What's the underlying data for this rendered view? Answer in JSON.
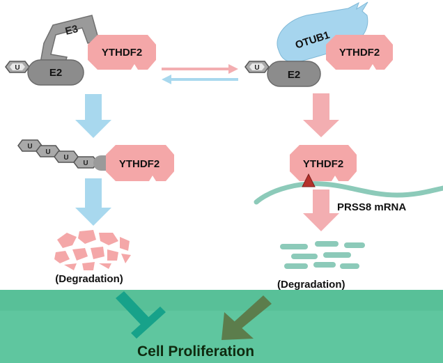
{
  "labels": {
    "e3": "E3",
    "e2_left": "E2",
    "e2_right": "E2",
    "otub1": "OTUB1",
    "ythdf2_top_left": "YTHDF2",
    "ythdf2_top_right": "YTHDF2",
    "ythdf2_mid_left": "YTHDF2",
    "ythdf2_mid_right": "YTHDF2",
    "u": "U",
    "prss8_mrna": "PRSS8 mRNA",
    "degradation_left": "(Degradation)",
    "degradation_right": "(Degradation)",
    "cell_proliferation": "Cell Proliferation"
  },
  "colors": {
    "protein_pink": "#f4a7a8",
    "e2_gray": "#8c8c8c",
    "ub_gray": "#a9a9a9",
    "otub1_blue": "#a6d5ee",
    "arrow_blue": "#a8d8ee",
    "arrow_pink": "#f3aeb1",
    "mrna_teal": "#8ccab9",
    "band_green": "#5fc69f",
    "inhibit_green": "#17a28a",
    "promote_green": "#5c7d4c",
    "marker_red": "#b5322c"
  },
  "icons": {
    "left_bottom_link": "inhibition-arrow",
    "right_bottom_link": "activation-arrow",
    "mrna_marker": "m6a-modification-triangle"
  }
}
